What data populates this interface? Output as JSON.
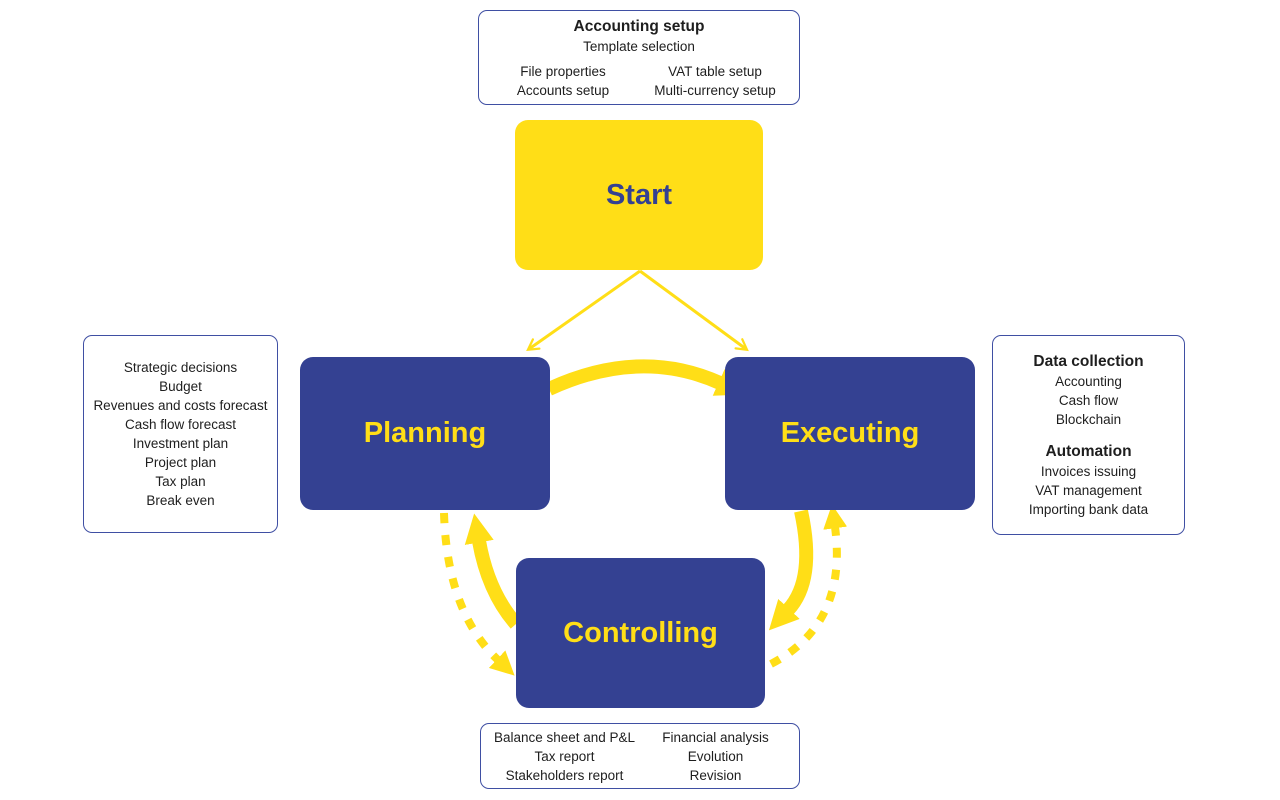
{
  "diagram": {
    "nodes": {
      "start": "Start",
      "planning": "Planning",
      "executing": "Executing",
      "controlling": "Controlling"
    },
    "accounting_setup": {
      "title": "Accounting setup",
      "subtitle": "Template selection",
      "left_items": [
        "File properties",
        "Accounts setup"
      ],
      "right_items": [
        "VAT table setup",
        "Multi-currency setup"
      ]
    },
    "planning_details": {
      "items": [
        "Strategic decisions",
        "Budget",
        "Revenues and costs forecast",
        "Cash flow forecast",
        "Investment plan",
        "Project plan",
        "Tax plan",
        "Break even"
      ]
    },
    "executing_details": {
      "data_collection_title": "Data collection",
      "data_collection_items": [
        "Accounting",
        "Cash flow",
        "Blockchain"
      ],
      "automation_title": "Automation",
      "automation_items": [
        "Invoices issuing",
        "VAT management",
        "Importing bank data"
      ]
    },
    "controlling_details": {
      "left_items": [
        "Balance sheet and P&L",
        "Tax report",
        "Stakeholders report"
      ],
      "right_items": [
        "Financial analysis",
        "Evolution",
        "Revision"
      ]
    },
    "colors": {
      "yellow": "#FFDE17",
      "blue": "#344192",
      "box_outline": "#3F4FA3",
      "text": "#1E1E1E"
    }
  }
}
